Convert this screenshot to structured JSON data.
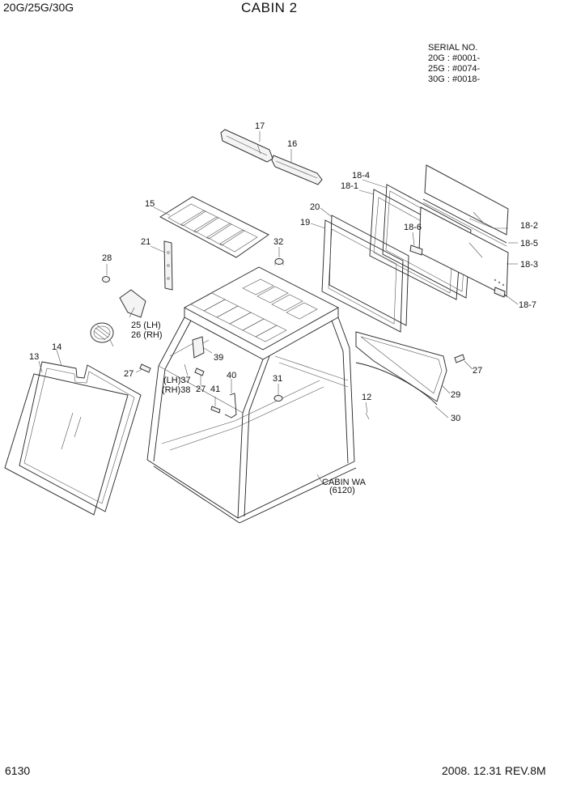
{
  "header": {
    "model": "20G/25G/30G",
    "title": "CABIN 2"
  },
  "serial": {
    "heading": "SERIAL NO.",
    "lines": [
      "20G : #0001-",
      "25G : #0074-",
      "30G : #0018-"
    ]
  },
  "callouts": {
    "c17": "17",
    "c16": "16",
    "c18_4": "18-4",
    "c18_1": "18-1",
    "c15": "15",
    "c20": "20",
    "c19": "19",
    "c18_6": "18-6",
    "c18_2": "18-2",
    "c18_5": "18-5",
    "c18_3": "18-3",
    "c18_7": "18-7",
    "c21": "21",
    "c32": "32",
    "c28": "28",
    "c25": "25 (LH)",
    "c26": "26 (RH)",
    "c13": "13",
    "c14": "14",
    "c39": "39",
    "c27a": "27",
    "c37": "(LH)37",
    "c38": "(RH)38",
    "c27b": "27",
    "c40": "40",
    "c41": "41",
    "c31": "31",
    "c27c": "27",
    "c12": "12",
    "c29": "29",
    "c30": "30",
    "cabin_wa": "CABIN WA",
    "cabin_wa_ref": "(6120)"
  },
  "footer": {
    "page_number": "6130",
    "revision": "2008. 12.31  REV.8M"
  }
}
